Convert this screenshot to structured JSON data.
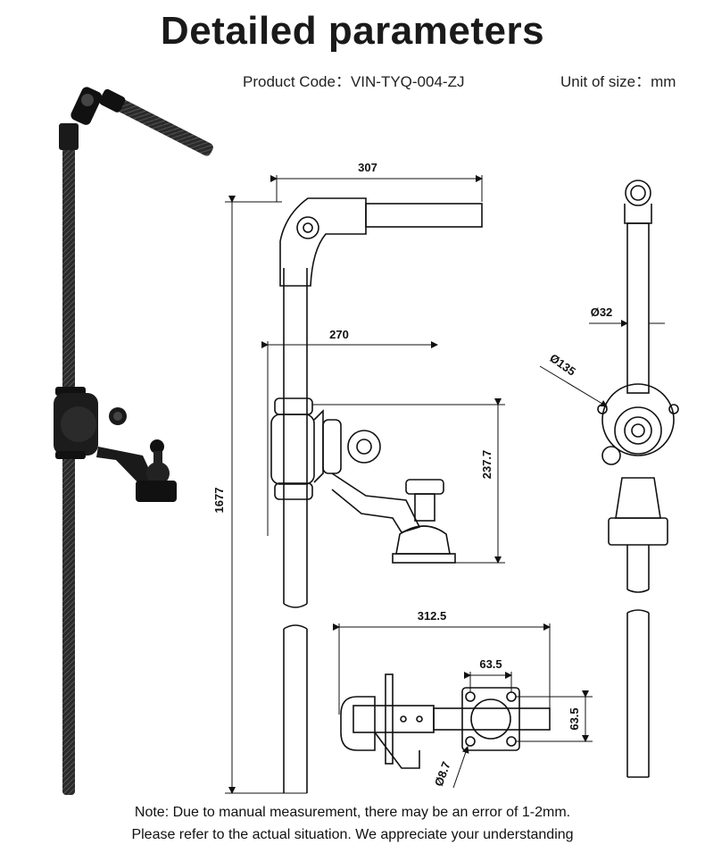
{
  "title": "Detailed parameters",
  "product_code": "Product Code：VIN-TYQ-004-ZJ",
  "unit": "Unit of size：mm",
  "dimensions": {
    "width_top": "307",
    "arm_width": "270",
    "total_height": "1677",
    "clamp_height": "237.7",
    "tube_diameter": "Ø32",
    "base_diameter": "Ø135",
    "bottom_width": "312.5",
    "plate_width": "63.5",
    "plate_height": "63.5",
    "hole_diameter": "Ø8.7"
  },
  "note": {
    "line1": "Note: Due to manual measurement, there may be an error of 1-2mm.",
    "line2": "Please refer to the actual situation. We appreciate your understanding"
  }
}
